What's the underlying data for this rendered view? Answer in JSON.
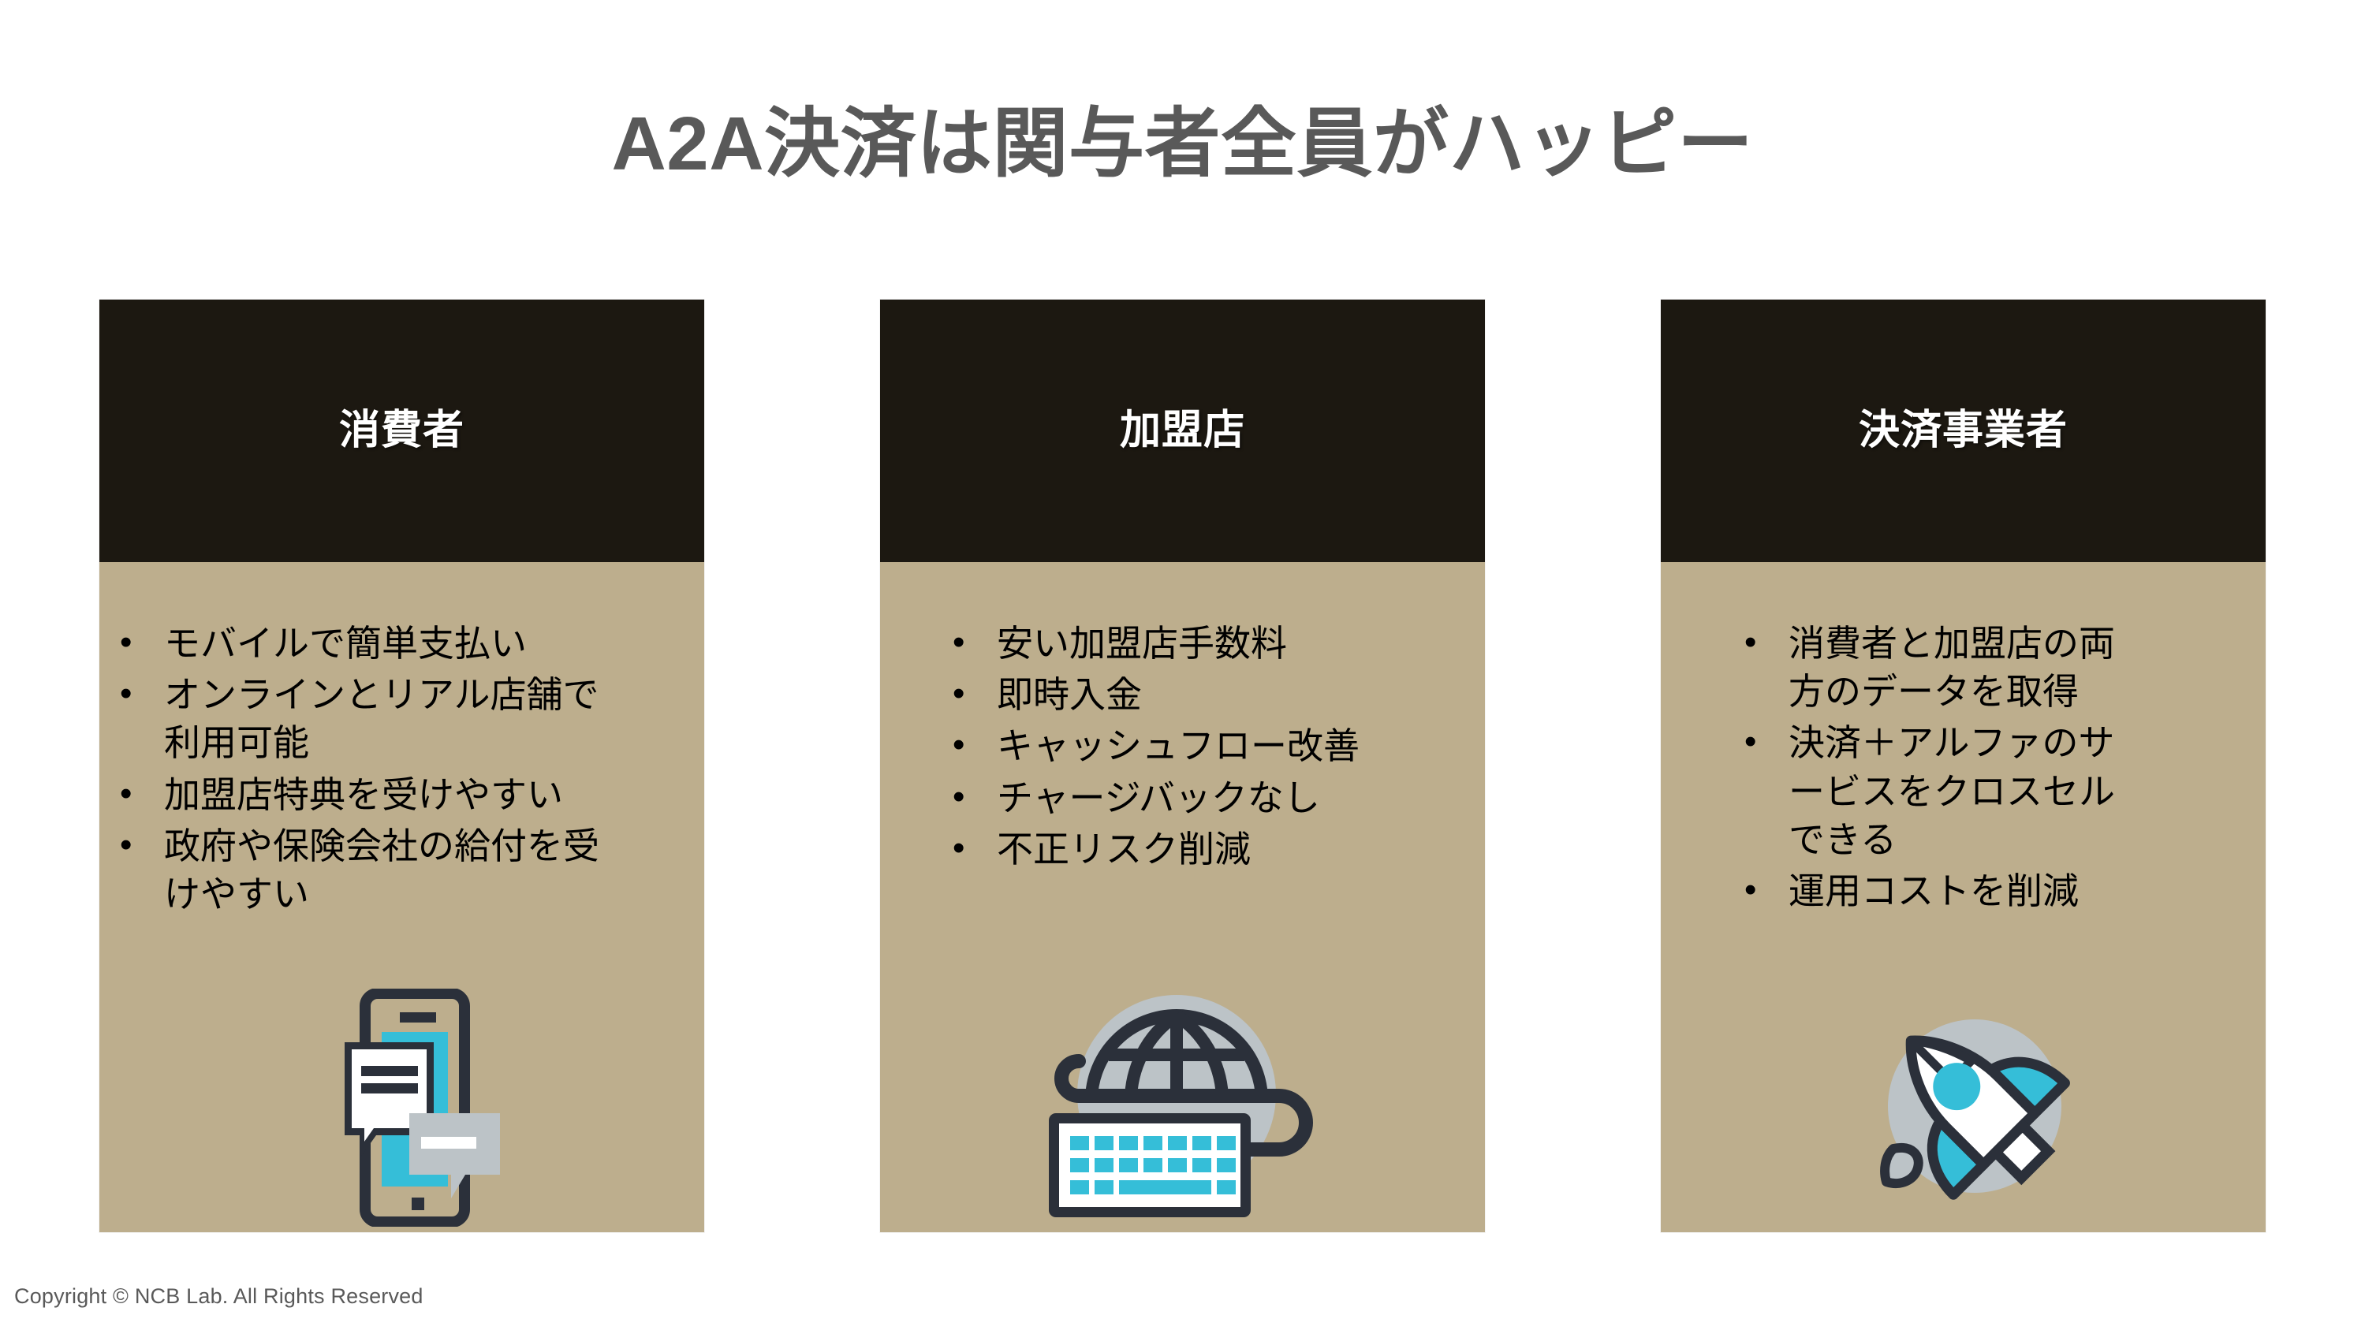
{
  "slide": {
    "title": "A2A決済は関与者全員がハッピー",
    "background_color": "#ffffff",
    "title_color": "#595959"
  },
  "theme": {
    "header_bg": "#1c1811",
    "card_body_bg": "#bdae8d",
    "header_text": "#ffffff",
    "body_text": "#000000",
    "icon_dark": "#2b303a",
    "icon_cyan": "#35bed8",
    "icon_gray": "#bcc3c7",
    "icon_white": "#ffffff"
  },
  "cards": [
    {
      "id": "consumer",
      "header": "消費者",
      "bullet_marker": "•",
      "bullets": [
        "モバイルで簡単支払い",
        "オンラインとリアル店舗で利用可能",
        "加盟店特典を受けやすい",
        "政府や保険会社の給付を受けやすい"
      ],
      "icon": "smartphone-chat-icon"
    },
    {
      "id": "merchant",
      "header": "加盟店",
      "bullet_marker": "•",
      "bullets": [
        "安い加盟店手数料",
        "即時入金",
        "キャッシュフロー改善",
        "チャージバックなし",
        "不正リスク削減"
      ],
      "icon": "globe-keyboard-icon"
    },
    {
      "id": "payment-provider",
      "header": "決済事業者",
      "bullet_marker": "•",
      "bullets": [
        "消費者と加盟店の両方のデータを取得",
        "決済＋アルファのサービスをクロスセルできる",
        "運用コストを削減"
      ],
      "icon": "rocket-icon"
    }
  ],
  "footer": {
    "copyright": "Copyright © NCB Lab. All Rights Reserved"
  }
}
